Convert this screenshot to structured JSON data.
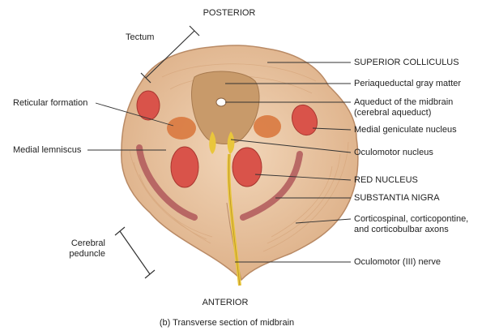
{
  "orientation": {
    "top": "POSTERIOR",
    "bottom": "ANTERIOR"
  },
  "caption": "(b) Transverse section of midbrain",
  "labels_left": {
    "tectum": "Tectum",
    "reticular": "Reticular formation",
    "lemniscus": "Medial lemniscus",
    "peduncle_1": "Cerebral",
    "peduncle_2": "peduncle"
  },
  "labels_right": {
    "sup_colliculus": "SUPERIOR COLLICULUS",
    "periaqueductal": "Periaqueductal gray matter",
    "aqueduct_1": "Aqueduct of the midbrain",
    "aqueduct_2": "(cerebral aqueduct)",
    "med_geniculate": "Medial geniculate nucleus",
    "oculomotor_nuc": "Oculomotor nucleus",
    "red_nucleus": "RED NUCLEUS",
    "subst_nigra": "SUBSTANTIA NIGRA",
    "cortico_1": "Corticospinal, corticopontine,",
    "cortico_2": "and corticobulbar axons",
    "oculomotor_nerve": "Oculomotor (III) nerve"
  },
  "colors": {
    "tissue": "#e9c39f",
    "tissue_edge": "#b98a65",
    "gray_matter": "#c89a6a",
    "red_nucleus": "#d9534a",
    "nigra": "#b0585a",
    "reticular": "#d9793f",
    "nerve": "#e9c63c",
    "leader": "#333333"
  }
}
